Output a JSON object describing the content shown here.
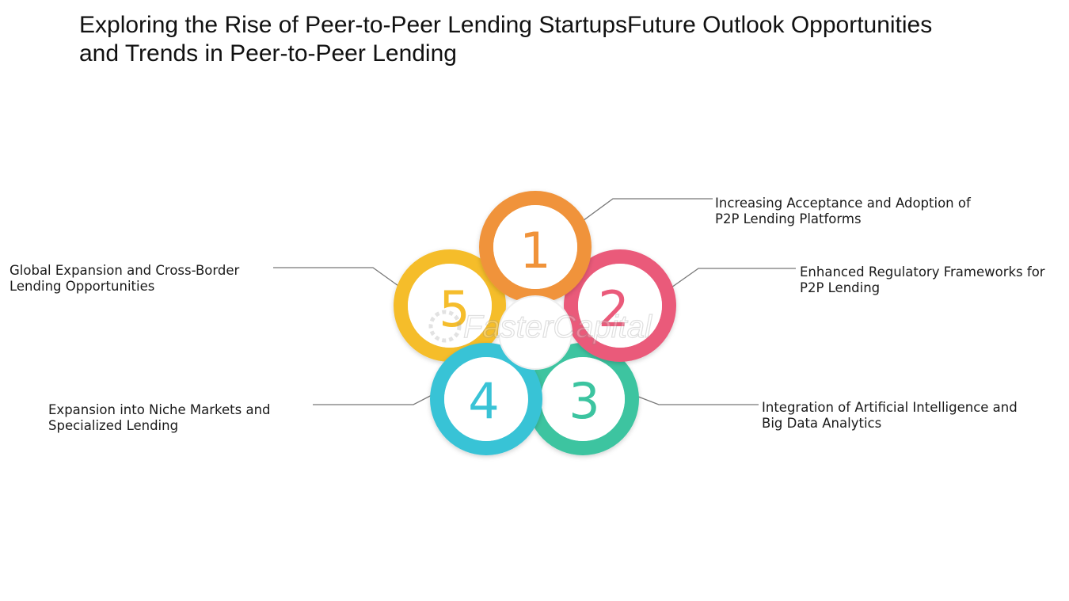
{
  "title": {
    "line1": "Exploring the Rise of Peer-to-Peer Lending StartupsFuture Outlook Opportunities",
    "line2": "and Trends in Peer-to-Peer Lending"
  },
  "watermark": "FasterCapital",
  "items": [
    {
      "number": "1",
      "color": "#f0933a",
      "line1": "Increasing Acceptance and Adoption of",
      "line2": "P2P Lending Platforms"
    },
    {
      "number": "2",
      "color": "#ea5a7a",
      "line1": "Enhanced Regulatory Frameworks for",
      "line2": "P2P Lending"
    },
    {
      "number": "3",
      "color": "#3cc4a0",
      "line1": "Integration of Artificial Intelligence and",
      "line2": "Big Data Analytics"
    },
    {
      "number": "4",
      "color": "#39c3d6",
      "line1": "Expansion into Niche Markets and",
      "line2": "Specialized Lending"
    },
    {
      "number": "5",
      "color": "#f5bd2c",
      "line1": "Global Expansion and Cross-Border",
      "line2": "Lending Opportunities"
    }
  ]
}
